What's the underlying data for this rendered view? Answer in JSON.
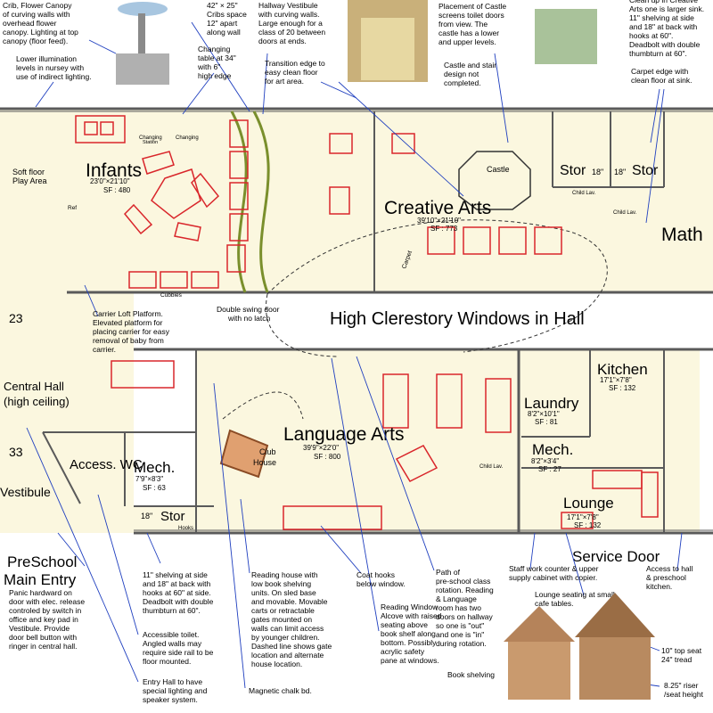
{
  "colors": {
    "floor": "#fbf7df",
    "wall": "#5a5a5a",
    "furniture_red": "#d9262b",
    "leader_blue": "#1f3fbf",
    "curve_green": "#7a8f2c",
    "house_orange": "#e0a070"
  },
  "rooms": {
    "infants": {
      "name": "Infants",
      "dims": "23'0\"×21'10\"",
      "sf": "SF : 480"
    },
    "creative_arts": {
      "name": "Creative Arts",
      "dims": "39'10\"×21'10\"",
      "sf": "SF : 773"
    },
    "math": {
      "name": "Math"
    },
    "language_arts": {
      "name": "Language Arts",
      "dims": "39'9\"×22'0\"",
      "sf": "SF : 800"
    },
    "laundry": {
      "name": "Laundry",
      "dims": "8'2\"×10'1\"",
      "sf": "SF : 81"
    },
    "kitchen": {
      "name": "Kitchen",
      "dims": "17'1\"×7'8\"",
      "sf": "SF : 132"
    },
    "mech_right": {
      "name": "Mech.",
      "dims": "8'2\"×3'4\"",
      "sf": "SF : 27"
    },
    "lounge": {
      "name": "Lounge",
      "dims": "17'1\"×7'8\"",
      "sf": "SF : 132"
    },
    "access_wc": {
      "name": "Access. WC"
    },
    "mech_left": {
      "name": "Mech.",
      "dims": "7'9\"×8'3\"",
      "sf": "SF : 63"
    },
    "stor_bottom": {
      "name": "Stor",
      "dim": "18\""
    },
    "stor_top_left": {
      "name": "Stor",
      "dim": "18\""
    },
    "stor_top_right": {
      "name": "Stor",
      "dim": "18\""
    },
    "central_hall": {
      "name": "Central Hall",
      "sub": "(high ceiling)"
    },
    "vestibule": {
      "name": "Vestibule"
    },
    "preschool": {
      "name": "PreSchool",
      "sub": "Main Entry"
    },
    "service_door": {
      "name": "Service Door"
    },
    "soft_floor": {
      "name": "Soft floor",
      "sub": "Play Area"
    },
    "castle": {
      "name": "Castle"
    },
    "club_house": {
      "name": "Club",
      "sub": "House"
    }
  },
  "hall": {
    "label": "High Clerestory Windows in Hall"
  },
  "tags": {
    "t23": "23",
    "t33": "33"
  },
  "small_labels": {
    "changing1": "Changing",
    "changing2": "Changing",
    "station": "Station",
    "ref": "Ref",
    "child_lav1": "Child Lav.",
    "child_lav2": "Child Lav.",
    "child_lav3": "Child Lav.",
    "carpet": "Carpet",
    "hooks": "Hooks",
    "cubbies": "Cubbies",
    "double_swing": "Double swing door",
    "no_latch": "with no latch"
  },
  "notes": {
    "crib": [
      "Crib, Flower Canopy",
      "of curving walls with",
      "overhead flower",
      "canopy. Lighting at top",
      "canopy (floor feed)."
    ],
    "lower_illum": [
      "Lower illumination",
      "levels in nursey with",
      "use of indirect lighting."
    ],
    "cribs_space": [
      "42\" × 25\"",
      "Cribs space",
      "12\" apart",
      "along wall"
    ],
    "changing_table": [
      "Changing",
      "table at 34\"",
      "with 6\"",
      "high edge"
    ],
    "hallway_vest": [
      "Hallway Vestibule",
      "with curving walls.",
      "Large enough for a",
      "class of 20 between",
      "doors at ends."
    ],
    "transition": [
      "Transition edge to",
      "easy clean floor",
      "for art area."
    ],
    "castle_place": [
      "Placement of Castle",
      "screens toilet doors",
      "from view. The",
      "castle has a lower",
      "and upper levels."
    ],
    "castle_stair": [
      "Castle and stair",
      "design not",
      "completed."
    ],
    "cleanup": [
      "Clean up in Creative",
      "Arts one is larger sink.",
      "11\" shelving at side",
      "and 18\" at back with",
      "hooks at 60\".",
      "Deadbolt with double",
      "thumbturn at 60\"."
    ],
    "carpet_edge": [
      "Carpet edge with",
      "clean floor at sink."
    ],
    "carrier_loft": [
      "Carrier Loft Platform.",
      "Elevated platform for",
      "placing carrier for easy",
      "removal of baby from",
      "carrier."
    ],
    "panic": [
      "Panic hardward on",
      "door with elec. release",
      "controled by switch in",
      "office and key pad in",
      "Vestibule. Provide",
      "door bell button with",
      "ringer in central hall."
    ],
    "shelving_stor": [
      "11\" shelving at side",
      "and 18\" at back with",
      "hooks at 60\" at side.",
      "Deadbolt with double",
      "thumbturn at 60\"."
    ],
    "access_toilet": [
      "Accessible toilet.",
      "Angled walls may",
      "require side rail to be",
      "floor mounted."
    ],
    "entry_hall": [
      "Entry Hall to have",
      "special lighting and",
      "speaker system."
    ],
    "reading_house": [
      "Reading house with",
      "low book shelving",
      "units. On sled base",
      "and movable. Movable",
      "carts or retractable",
      "gates mounted on",
      "walls can limit access",
      "by younger children.",
      "Dashed line shows gate",
      "location and alternate",
      "house location."
    ],
    "magnetic": [
      "Magnetic chalk bd."
    ],
    "coat_hooks": [
      "Coat hooks",
      "below window."
    ],
    "reading_window": [
      "Reading Window",
      "Alcove with raised",
      "seating above",
      "book shelf along",
      "bottom. Possibly",
      "acrylic safety",
      "pane at windows."
    ],
    "path": [
      "Path of",
      "pre-school class",
      "rotation. Reading",
      "& Language",
      "room has two",
      "doors on hallway",
      "so one is \"out\"",
      "and one is \"in\"",
      "during rotation."
    ],
    "staff": [
      "Staff work counter & upper",
      "supply cabinet with copier."
    ],
    "lounge_seating": [
      "Lounge seating at small",
      "cafe tables."
    ],
    "access_hall": [
      "Access to hall",
      "& preschool",
      "kitchen."
    ],
    "book_shelving": [
      "Book shelving"
    ],
    "top_seat": [
      "10\" top seat",
      "24\" tread"
    ],
    "riser": [
      "8.25\" riser",
      "/seat height"
    ]
  }
}
